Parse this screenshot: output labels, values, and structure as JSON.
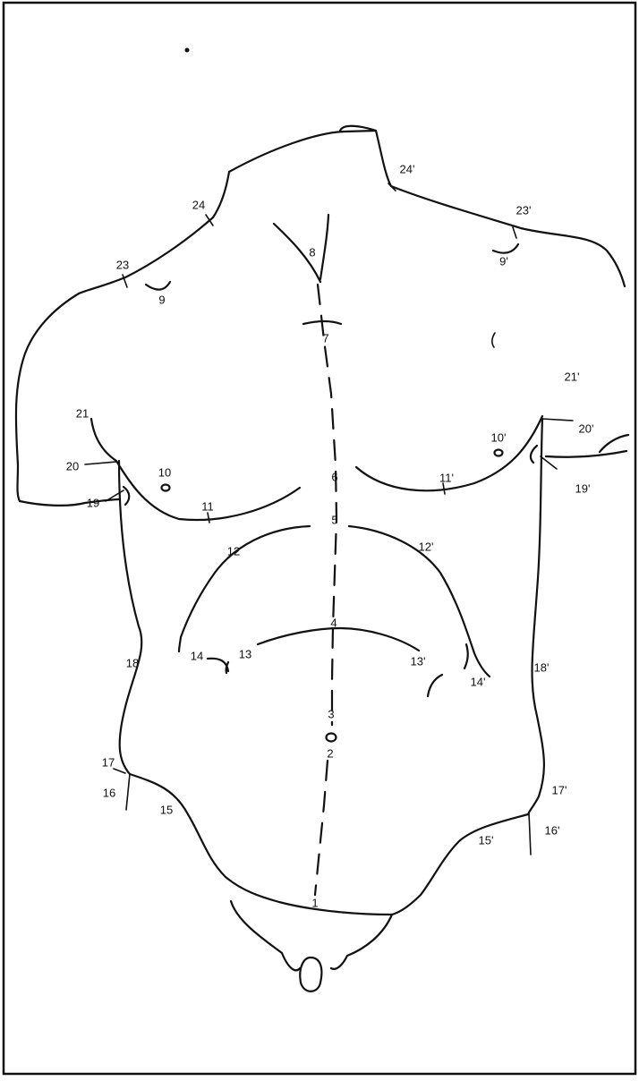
{
  "landmark_labels": {
    "l1": "1",
    "l2": "2",
    "l3": "3",
    "l4": "4",
    "l5": "5",
    "l6": "6",
    "l7": "7",
    "l8": "8",
    "l9": "9",
    "l9p": "9'",
    "l10": "10",
    "l10p": "10'",
    "l11": "11",
    "l11p": "11'",
    "l12": "12",
    "l12p": "12'",
    "l13": "13",
    "l13p": "13'",
    "l14": "14",
    "l14p": "14'",
    "l15": "15",
    "l15p": "15'",
    "l16": "16",
    "l16p": "16'",
    "l17": "17",
    "l17p": "17'",
    "l18": "18",
    "l18p": "18'",
    "l19": "19",
    "l19p": "19'",
    "l20": "20",
    "l20p": "20'",
    "l21": "21",
    "l21p": "21'",
    "l23": "23",
    "l23p": "23'",
    "l24": "24",
    "l24p": "24'"
  }
}
